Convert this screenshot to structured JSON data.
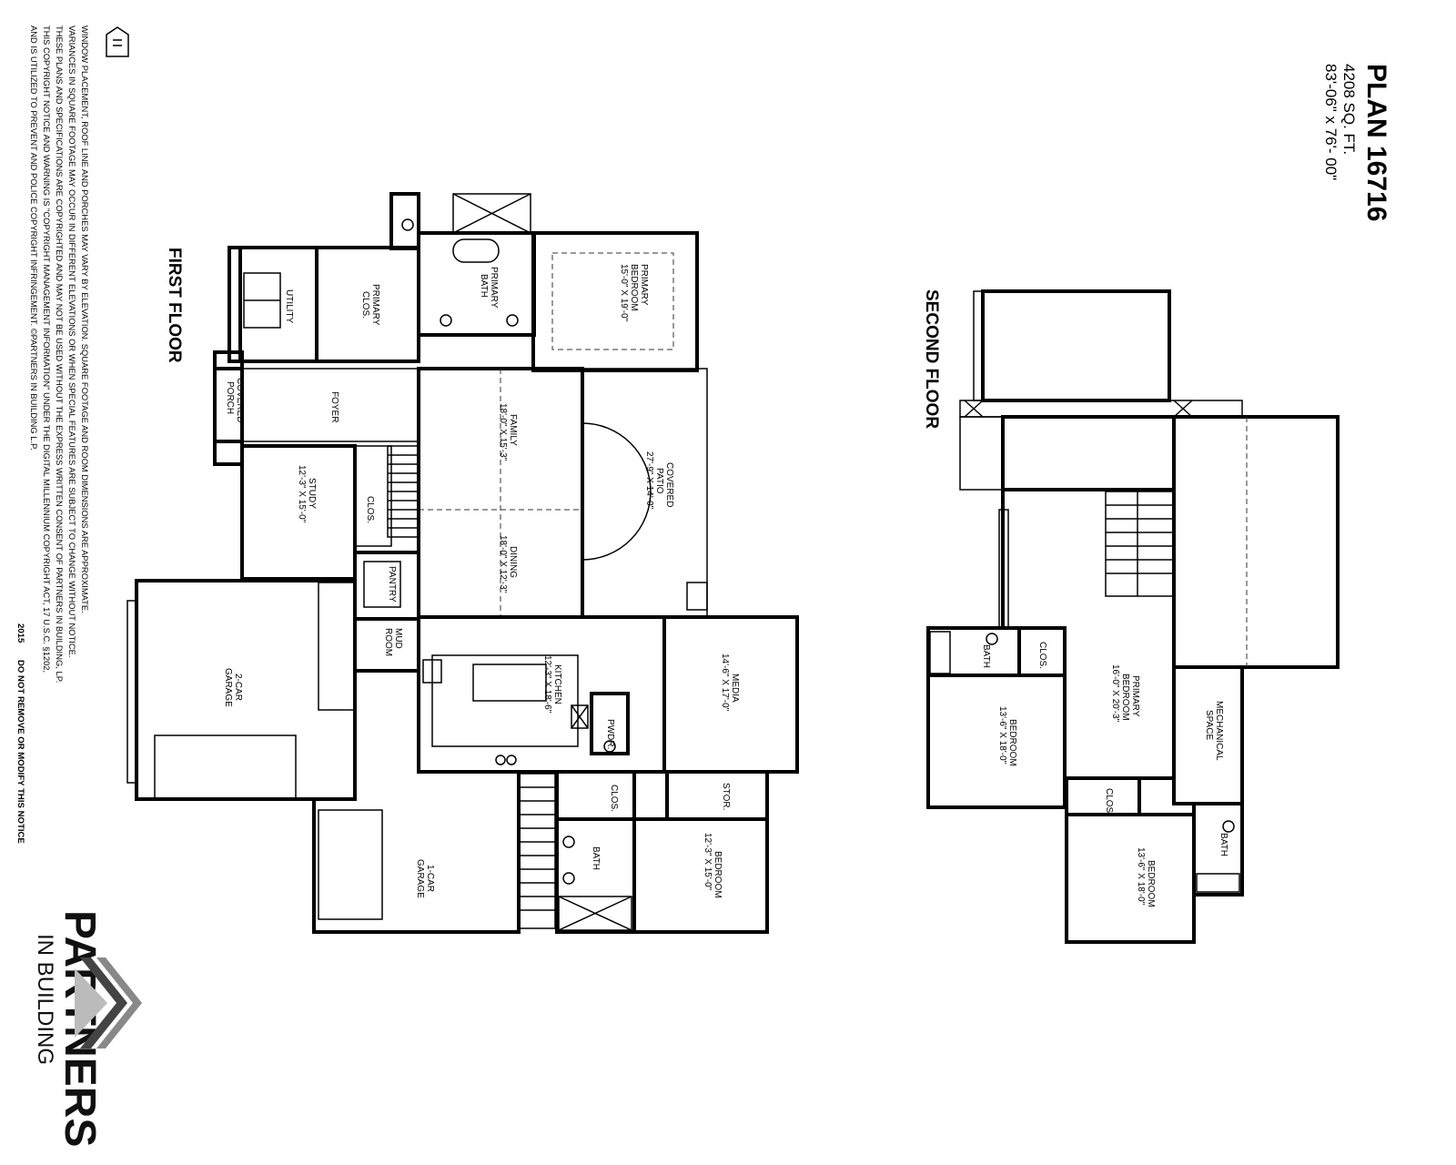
{
  "plan": {
    "title": "PLAN 16716",
    "sqft": "4208 SQ. FT.",
    "dimensions": "83'-06\" x 76'- 00\""
  },
  "floors": {
    "first": "FIRST FLOOR",
    "second": "SECOND FLOOR"
  },
  "rooms": {
    "primary_bedroom_1": [
      "PRIMARY",
      "BEDROOM",
      "15'-0\" X 19'-0\""
    ],
    "primary_bath": [
      "PRIMARY",
      "BATH"
    ],
    "primary_clos": [
      "PRIMARY",
      "CLOS."
    ],
    "utility": [
      "UTILITY"
    ],
    "covered_porch": [
      "COVERED",
      "PORCH"
    ],
    "foyer": [
      "FOYER"
    ],
    "family": [
      "FAMILY",
      "18'-0\" X 15'-3\""
    ],
    "dining": [
      "DINING",
      "18'-0\" X 12'-3\""
    ],
    "covered_patio": [
      "COVERED",
      "PATIO",
      "27'-9\" X 14'-0\""
    ],
    "study": [
      "STUDY",
      "12'-3\" X 15'-0\""
    ],
    "clos_study": [
      "CLOS."
    ],
    "pantry": [
      "PANTRY"
    ],
    "mud_room": [
      "MUD",
      "ROOM"
    ],
    "kitchen": [
      "KITCHEN",
      "12'-3\" X 18'-6\""
    ],
    "media": [
      "MEDIA",
      "14'-6\" X 17'-0\""
    ],
    "powder": [
      "PWDR."
    ],
    "garage_2car": [
      "2-CAR",
      "GARAGE"
    ],
    "garage_1car": [
      "1-CAR",
      "GARAGE"
    ],
    "clos_bath1": [
      "CLOS."
    ],
    "bath_1": [
      "BATH"
    ],
    "stor": [
      "STOR."
    ],
    "bedroom_1": [
      "BEDROOM",
      "12'-3\" X 15'-0\""
    ],
    "primary_bedroom_2": [
      "PRIMARY",
      "BEDROOM",
      "16'-0\" X 20'-3\""
    ],
    "bath_2a": [
      "BATH"
    ],
    "clos_2a": [
      "CLOS."
    ],
    "bedroom_2a": [
      "BEDROOM",
      "13'-6\" X 18'-0\""
    ],
    "mechanical": [
      "MECHANICAL",
      "SPACE"
    ],
    "clos_2b": [
      "CLOS."
    ],
    "bedroom_2b": [
      "BEDROOM",
      "13'-6\" X 18'-0\""
    ],
    "bath_2b": [
      "BATH"
    ]
  },
  "disclaimer": [
    "WINDOW PLACEMENT, ROOF LINE AND PORCHES MAY VARY BY ELEVATION.  SQUARE FOOTAGE AND ROOM DIMENSIONS ARE APPROXIMATE.",
    "VARIANCES IN SQUARE FOOTAGE MAY OCCUR IN DIFFERENT ELEVATIONS OR WHEN SPECIAL FEATURES ARE SUBJECT TO CHANGE WITHOUT NOTICE.",
    "THESE PLANS AND SPECIFICATIONS ARE COPYRIGHTED AND MAY NOT BE USED WITHOUT THE EXPRESS WRITTEN CONSENT OF PARTNERS IN BUILDING, LP.",
    "THIS COPYRIGHT NOTICE AND WARNING IS \"COPYRIGHT MANAGEMENT INFORMATION\" UNDER THE DIGITAL MILLENNIUM COPYRIGHT ACT, 17 U.S.C. §1202,",
    "AND IS UTILIZED TO PREVENT AND POLICE COPYRIGHT INFRINGEMENT.  ©PARTNERS IN BUILDING L.P."
  ],
  "notice": {
    "year": "2015",
    "text": "DO NOT REMOVE OR MODIFY THIS NOTICE"
  },
  "logo": {
    "name": "PARTNERS",
    "tagline": "IN BUILDING"
  },
  "icons": {
    "equal_housing": "equal-housing-icon",
    "partners_chevron": "chevron-logo-icon"
  }
}
